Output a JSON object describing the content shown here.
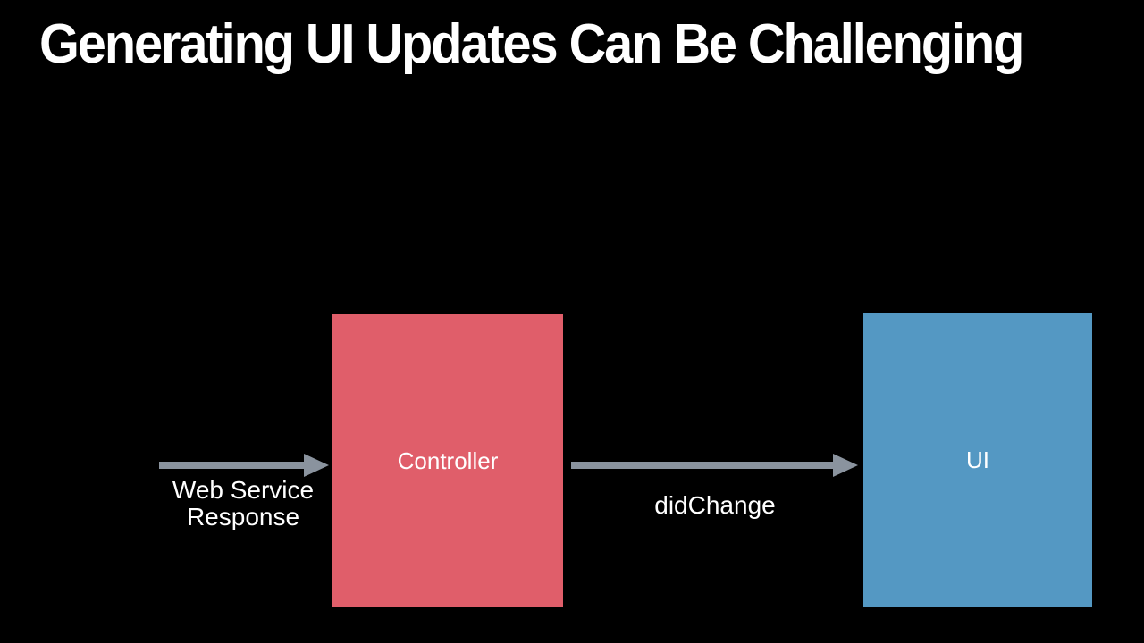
{
  "slide": {
    "title": "Generating UI Updates Can Be Challenging",
    "colors": {
      "background": "#000000",
      "title_text": "#FFFFFF",
      "label_text": "#FFFFFF"
    }
  },
  "diagram": {
    "nodes": [
      {
        "label": "Controller",
        "fill": "#E05E6A",
        "text_color": "#FFFFFF"
      },
      {
        "label": "UI",
        "fill": "#5498C3",
        "text_color": "#FFFFFF"
      }
    ],
    "arrows": [
      {
        "label": "Web Service Response",
        "label_line1": "Web Service",
        "label_line2": "Response",
        "color": "#8A939E",
        "direction": "right"
      },
      {
        "label": "didChange",
        "color": "#8A939E",
        "direction": "right"
      }
    ]
  }
}
